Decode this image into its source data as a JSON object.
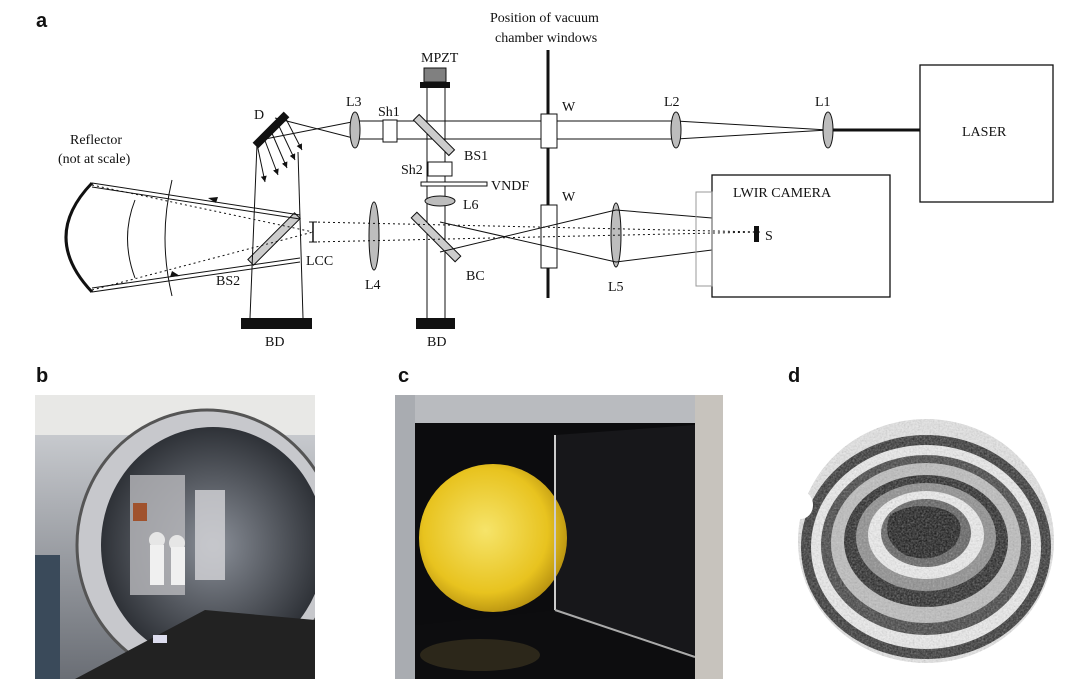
{
  "panels": {
    "a": "a",
    "b": "b",
    "c": "c",
    "d": "d"
  },
  "labels": {
    "windows_title_line1": "Position of vacuum",
    "windows_title_line2": "chamber windows",
    "mpzt": "MPZT",
    "d": "D",
    "l3": "L3",
    "sh1": "Sh1",
    "bs1": "BS1",
    "sh2": "Sh2",
    "vndf": "VNDF",
    "l6": "L6",
    "w_top": "W",
    "w_bottom": "W",
    "l2": "L2",
    "l1": "L1",
    "laser": "LASER",
    "lwir_camera": "LWIR CAMERA",
    "s": "S",
    "reflector_line1": "Reflector",
    "reflector_line2": "(not at scale)",
    "lcc": "LCC",
    "l4": "L4",
    "bs2": "BS2",
    "bc": "BC",
    "l5": "L5",
    "bd_left": "BD",
    "bd_center": "BD"
  },
  "colors": {
    "line": "#111111",
    "lens_fill": "#bdbdbd",
    "mpzt_block": "#808080",
    "mirror_fill": "#cccccc"
  }
}
